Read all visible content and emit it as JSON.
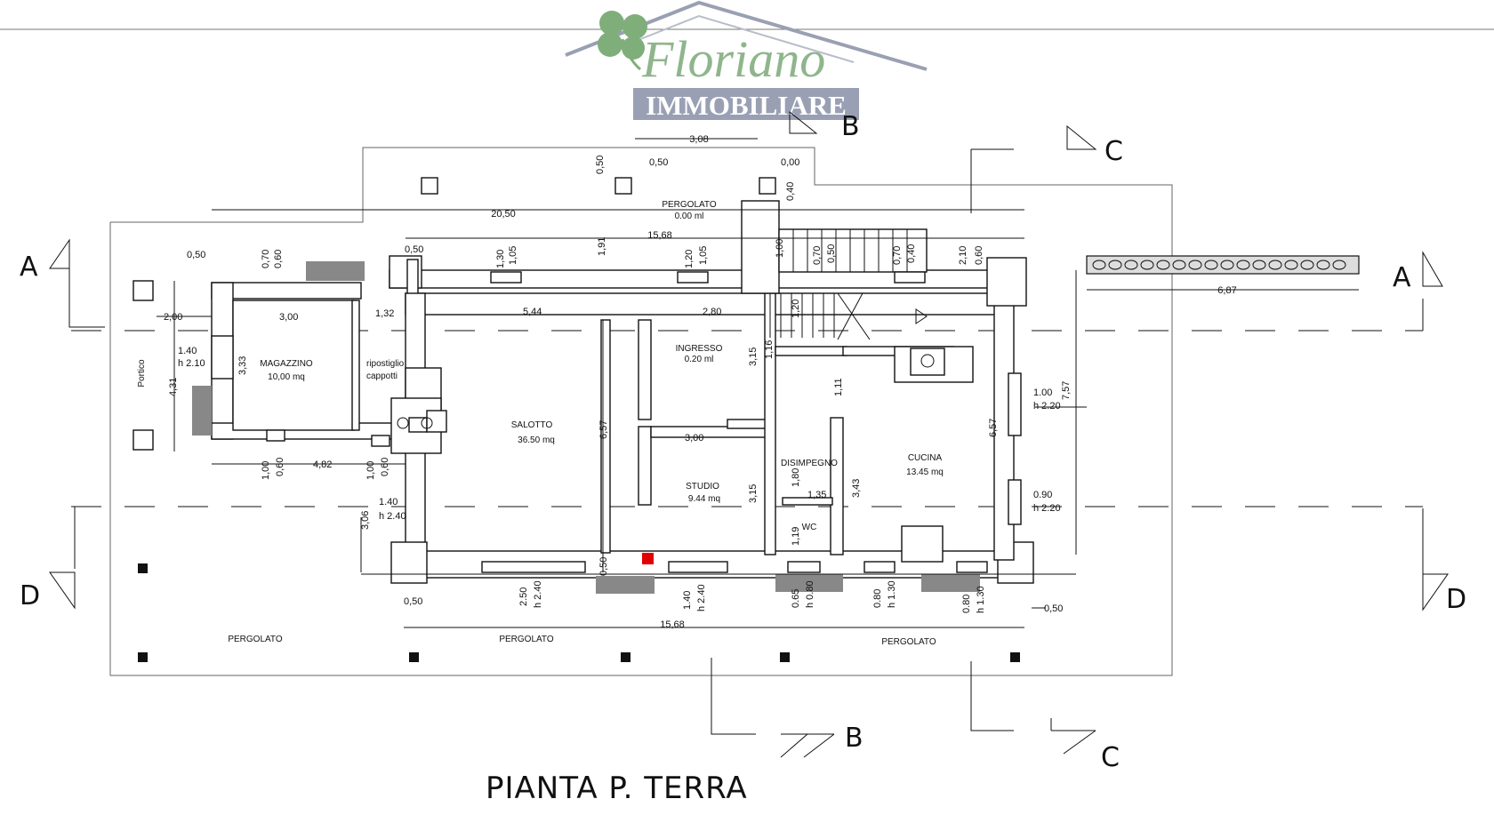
{
  "logo": {
    "script_text": "Floriano",
    "banner_text": "IMMOBILIARE",
    "clover_color": "#7fae7a",
    "banner_color": "#9aa0b3"
  },
  "title": "PIANTA P. TERRA",
  "section_markers": {
    "a": "A",
    "b": "B",
    "c": "C",
    "d": "D"
  },
  "rooms": {
    "magazzino": {
      "name": "MAGAZZINO",
      "area": "10,00 mq"
    },
    "ripostiglio": {
      "name": "ripostiglio",
      "name2": "cappotti"
    },
    "salotto": {
      "name": "SALOTTO",
      "area": "36.50 mq"
    },
    "ingresso": {
      "name": "INGRESSO",
      "level": "0.20 ml"
    },
    "studio": {
      "name": "STUDIO",
      "area": "9.44 mq"
    },
    "disimpegno": {
      "name": "DISIMPEGNO"
    },
    "wc": {
      "name": "WC"
    },
    "cucina": {
      "name": "CUCINA",
      "area": "13.45 mq"
    },
    "portico": {
      "name": "Portico"
    },
    "pergolato_top": {
      "name": "PERGOLATO",
      "level": "0.00 ml"
    },
    "pergolato_bottom": [
      "PERGOLATO",
      "PERGOLATO",
      "PERGOLATO"
    ]
  },
  "dimensions": {
    "d308": "3,08",
    "d050a": "0,50",
    "d050b": "0,50",
    "d000": "0,00",
    "d040": "0,40",
    "d2050": "20,50",
    "d1568top": "15,68",
    "d050c": "0,50",
    "d050d": "0,50",
    "d191": "1,91",
    "h070": "0,70",
    "h060a": "0,60",
    "h130": "1,30",
    "h105a": "1,05",
    "h120a": "1,20",
    "h105b": "1,05",
    "d100": "1,00",
    "h070b": "0,70",
    "h050": "0,50",
    "h070c": "0,70",
    "h040": "0,40",
    "h210": "2,10",
    "h060b": "0,60",
    "d200": "2,00",
    "d300": "3,00",
    "d132": "1,32",
    "d544": "5,44",
    "d280": "2,80",
    "d120": "1,20",
    "d140a": "1.40",
    "dh210": "h 2.10",
    "d431": "4,31",
    "d333": "3,33",
    "d315a": "3,15",
    "d116": "1,16",
    "d657a": "6,57",
    "d300b": "3,00",
    "d315b": "3,15",
    "d111": "1,11",
    "d343": "3,43",
    "d657b": "6,57",
    "d757": "7,57",
    "d100w": "1.00",
    "dh220a": "h 2.20",
    "d090w": "0.90",
    "dh220b": "h 2.20",
    "d180": "1,80",
    "d135": "1,35",
    "d119": "1,19",
    "d482": "4,82",
    "h100a": "1,00",
    "h060c": "0,60",
    "h100b": "1,00",
    "h060d": "0,60",
    "d140b": "1.40",
    "dh240a": "h 2.40",
    "d306": "3,06",
    "d050e": "0,50",
    "d250": "2.50",
    "dh240b": "h 2.40",
    "d050f": "0,50",
    "d140c": "1.40",
    "dh240c": "h 2.40",
    "d065": "0.65",
    "dh080": "h 0.80",
    "d080a": "0.80",
    "dh130a": "h 1.30",
    "d080b": "0.80",
    "dh130b": "h 1.30",
    "d050g": "0,50",
    "d1568bot": "15,68",
    "d687": "6,87"
  }
}
